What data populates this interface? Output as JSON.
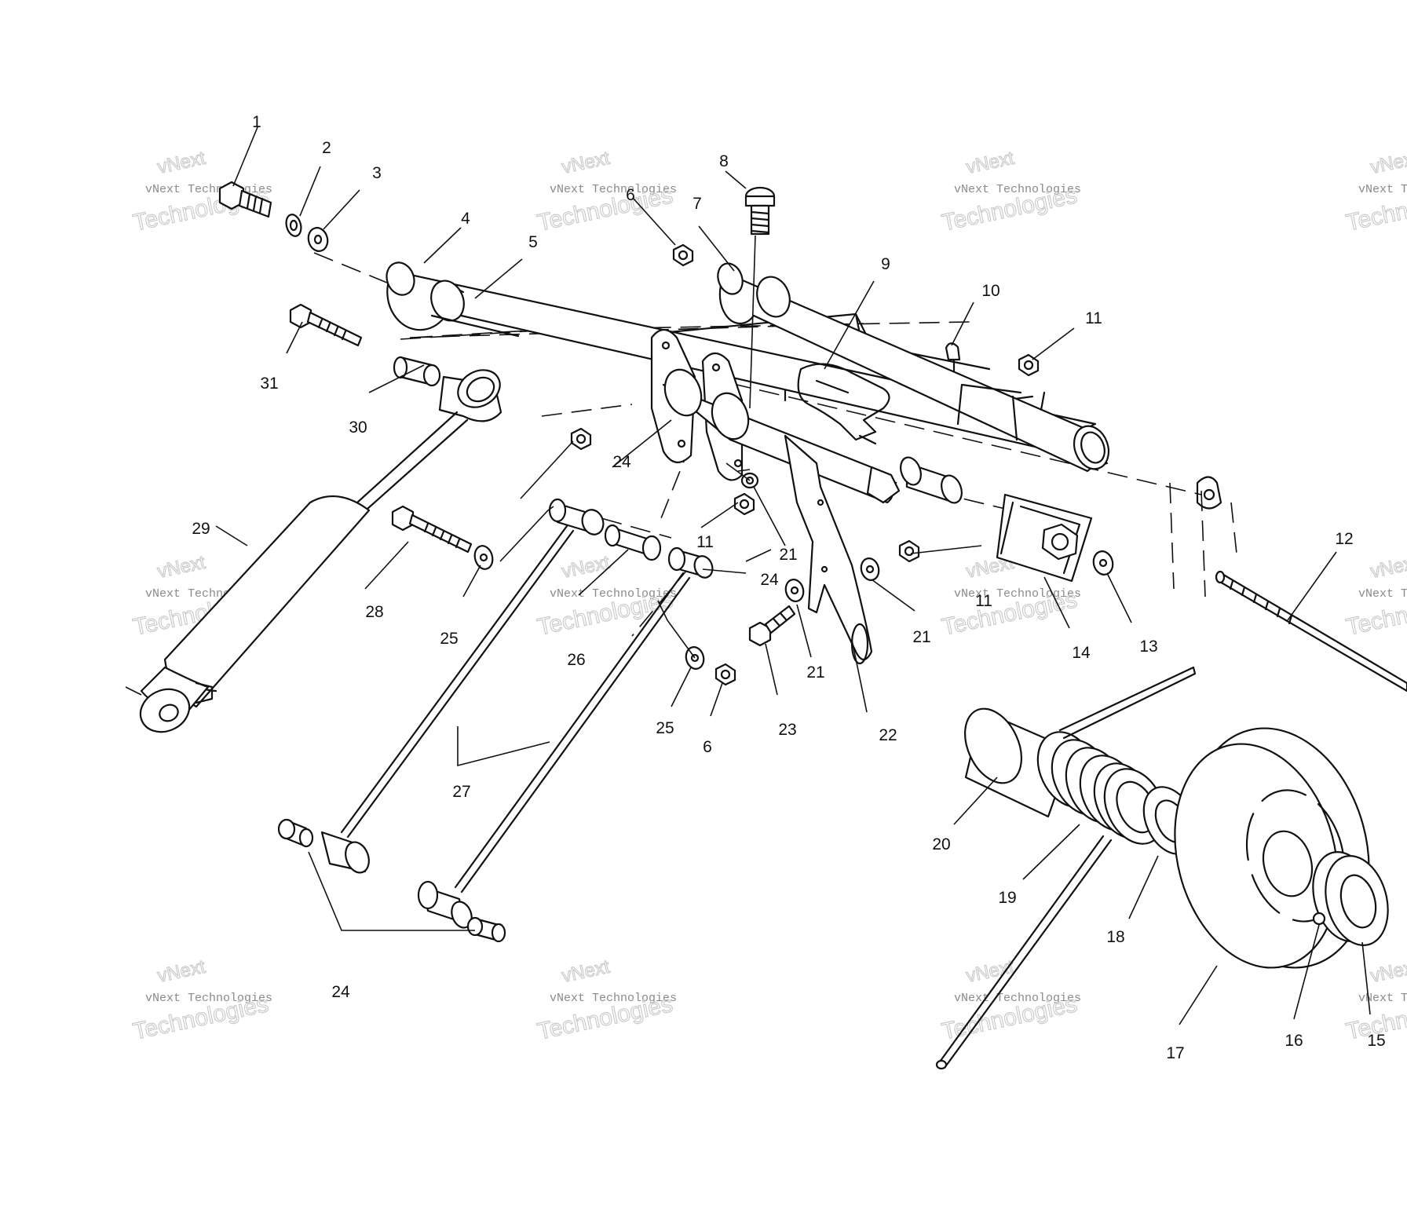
{
  "diagram": {
    "callouts": [
      "1",
      "2",
      "3",
      "4",
      "5",
      "6",
      "7",
      "8",
      "9",
      "10",
      "11",
      "11",
      "11",
      "12",
      "13",
      "14",
      "15",
      "16",
      "17",
      "18",
      "19",
      "20",
      "21",
      "21",
      "21",
      "22",
      "23",
      "24",
      "24",
      "24",
      "25",
      "25",
      "26",
      "27",
      "28",
      "29",
      "30",
      "31",
      "6"
    ],
    "watermark_line1": "vNext Technologies",
    "watermark_line2": "vNext",
    "watermark_line3": "Technologies",
    "line_color": "#111111",
    "watermark_color": "#c8c8c8"
  }
}
